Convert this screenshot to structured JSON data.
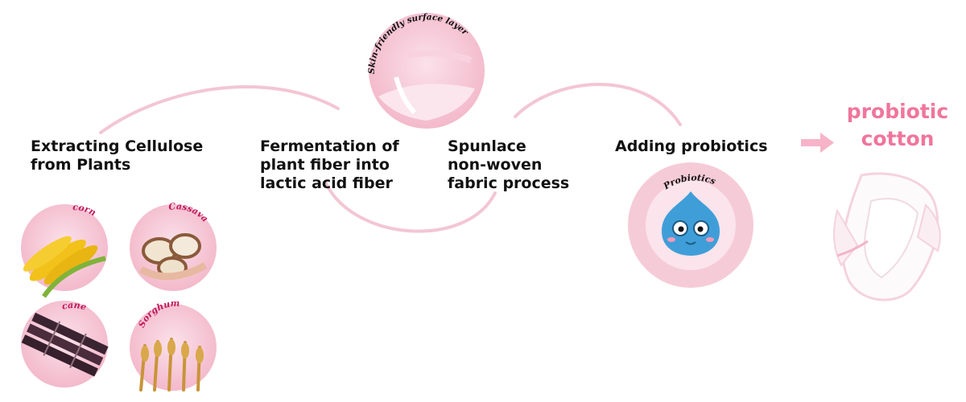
{
  "steps": [
    {
      "label": "Extracting Cellulose\n from Plants"
    },
    {
      "label": "Fermentation of\nplant fiber into\nlactic acid fiber"
    },
    {
      "label": "Spunlace\nnon-woven\nfabric process"
    },
    {
      "label": "Adding probiotics"
    }
  ],
  "plants": [
    {
      "label": "corn",
      "icon": "corn-icon"
    },
    {
      "label": "Cassava",
      "icon": "cassava-icon"
    },
    {
      "label": "cane",
      "icon": "sugar-cane-icon"
    },
    {
      "label": "Sorghum",
      "icon": "sorghum-icon"
    }
  ],
  "surface_circle": {
    "label": "Skin-friendly surface layer"
  },
  "probiotic_circle": {
    "label": "Probiotics",
    "icon": "probiotic-mascot-icon"
  },
  "result": {
    "line1": "probiotic",
    "line2": "cotton",
    "icon": "sanitary-pad-icon"
  },
  "colors": {
    "accent": "#f0759c",
    "circle": "#f5c2d2",
    "curve": "#f3c6d4",
    "arrow": "#f7b3c8",
    "text": "#111111"
  }
}
